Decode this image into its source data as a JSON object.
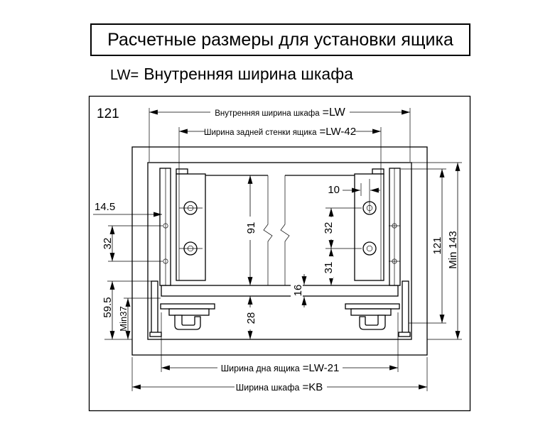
{
  "title": "Расчетные размеры для установки ящика",
  "subtitle": {
    "prefix": "LW=",
    "text": "Внутренняя ширина шкафа"
  },
  "diagram": {
    "corner_label": "121",
    "dims": {
      "inner_width_label": "Внутренняя ширина шкафа",
      "inner_width_value": "=LW",
      "back_width_label": "Ширина задней стенки ящика",
      "back_width_value": "=LW-42",
      "bottom_width_label": "Ширина дна ящика",
      "bottom_width_value": "=LW-21",
      "cabinet_width_label": "Ширина шкафа",
      "cabinet_width_value": "=KB",
      "offset_14_5": "14.5",
      "hole_pitch_left": "32",
      "bottom_left": "59.5",
      "min_37": "Min37",
      "back_height": "91",
      "bottom_clearance": "28",
      "bottom_thickness": "16",
      "offset_10": "10",
      "hole_pitch_right": "32",
      "hole_to_bottom": "31",
      "side_height": "121",
      "min_height": "Min 143"
    }
  }
}
